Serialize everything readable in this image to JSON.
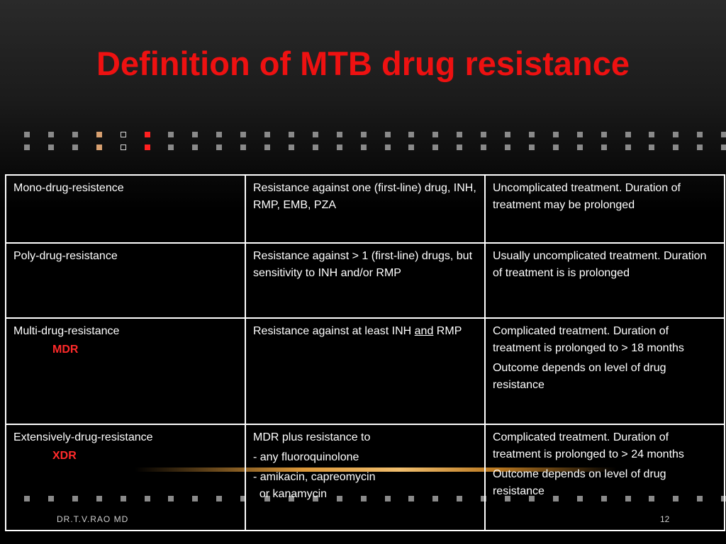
{
  "slide": {
    "title": "Definition of MTB drug resistance",
    "footer_author": "DR.T.V.RAO MD",
    "page_number": "12"
  },
  "colors": {
    "title": "#ee1111",
    "abbreviation": "#ff2a2a",
    "background": "#000000",
    "table_text": "#ffffff",
    "accent_glow": "#e8a040"
  },
  "decorations": {
    "dot_rows": "square-dot-divider",
    "glow_line": "orange-glow-line"
  },
  "table": {
    "rows": [
      {
        "name": "Mono-drug-resistence",
        "abbr": "",
        "definition": [
          "Resistance against one (first-line) drug, INH, RMP, EMB, PZA"
        ],
        "treatment": [
          "Uncomplicated treatment. Duration of treatment may be prolonged"
        ]
      },
      {
        "name": "Poly-drug-resistance",
        "abbr": "",
        "definition": [
          "Resistance against > 1 (first-line) drugs, but sensitivity to INH and/or RMP"
        ],
        "treatment": [
          "Usually uncomplicated treatment. Duration of treatment is is prolonged"
        ]
      },
      {
        "name": "Multi-drug-resistance",
        "abbr": "MDR",
        "definition_pre": "Resistance against at least INH ",
        "definition_underline": "and",
        "definition_post": " RMP",
        "treatment": [
          "Complicated treatment. Duration of treatment is prolonged to > 18 months",
          "Outcome depends on level of drug resistance"
        ]
      },
      {
        "name": "Extensively-drug-resistance",
        "abbr": "XDR",
        "definition": [
          "MDR plus resistance to",
          "- any fluoroquinolone",
          "- amikacin, capreomycin",
          "  or kanamycin"
        ],
        "treatment": [
          "Complicated treatment. Duration of treatment is  prolonged to > 24 months",
          "Outcome depends on level of drug resistance"
        ]
      }
    ]
  }
}
